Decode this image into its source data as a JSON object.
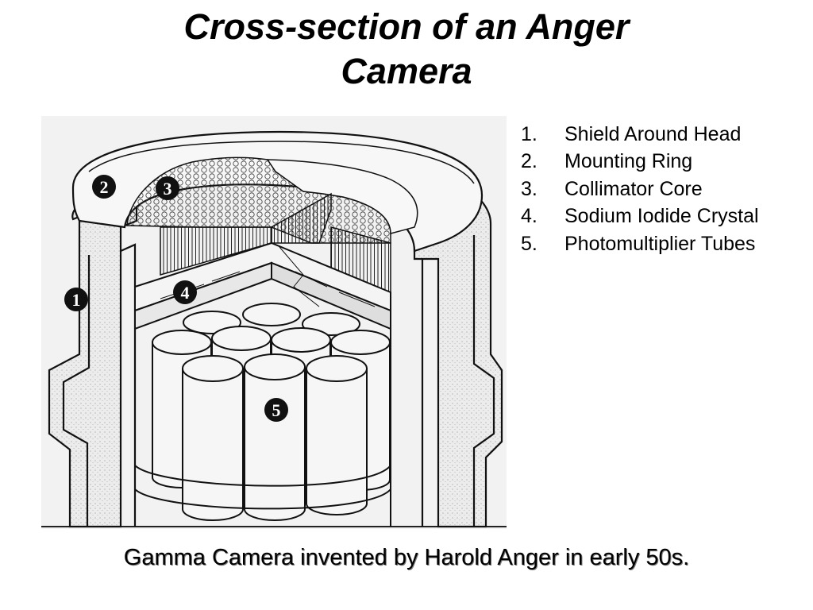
{
  "title": {
    "line1": "Cross-section of an Anger",
    "line2": "Camera"
  },
  "legend": [
    {
      "num": "1.",
      "label": "Shield Around Head"
    },
    {
      "num": "2.",
      "label": "Mounting Ring"
    },
    {
      "num": "3.",
      "label": "Collimator Core"
    },
    {
      "num": "4.",
      "label": "Sodium Iodide Crystal"
    },
    {
      "num": "5.",
      "label": "Photomultiplier Tubes"
    }
  ],
  "callouts": [
    "1",
    "2",
    "3",
    "4",
    "5"
  ],
  "caption": "Gamma Camera invented by Harold Anger in early 50s."
}
